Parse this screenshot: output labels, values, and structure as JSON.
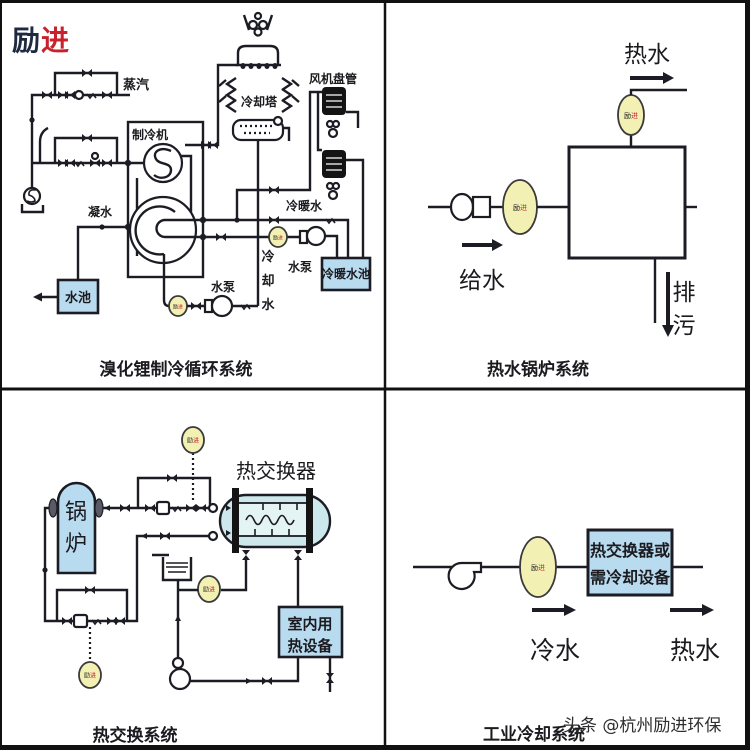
{
  "logo": {
    "char1": "励",
    "char2": "进"
  },
  "badge": {
    "a": "励",
    "b": "进"
  },
  "panels": {
    "lithium_bromide": {
      "title": "溴化锂制冷循环系统",
      "labels": {
        "steam": "蒸汽",
        "chiller": "制冷机",
        "cooling_tower": "冷却塔",
        "fan_coil": "风机盘管",
        "condensate": "凝水",
        "chilled_water": "冷暖水",
        "cooling_water": "冷却水",
        "pump_right": "水泵",
        "pump_bottom": "水泵",
        "pool": "水池",
        "chilled_water_pool": "冷暖水池"
      }
    },
    "hot_water_boiler": {
      "title": "热水锅炉系统",
      "labels": {
        "hot_water": "热水",
        "feed_water": "给水",
        "blowdown": "排污"
      }
    },
    "heat_exchange": {
      "title": "热交换系统",
      "labels": {
        "boiler": "锅炉",
        "heat_exchanger": "热交换器",
        "indoor_heating_equipment": [
          "室内用",
          "热设备"
        ]
      }
    },
    "industrial_cooling": {
      "title": "工业冷却系统",
      "labels": {
        "equipment": [
          "热交换器或",
          "需冷却设备"
        ],
        "cold_water": "冷水",
        "hot_water": "热水"
      }
    }
  },
  "watermark": "头条 @杭州励进环保",
  "colors": {
    "line": "#1c1c24",
    "box_fill": "#b9dbef",
    "heat_exchanger_fill": "#cde8ec",
    "badge_fill": "#f2f0b2",
    "logo_red": "#c8232c",
    "logo_dark": "#1e2a40"
  }
}
